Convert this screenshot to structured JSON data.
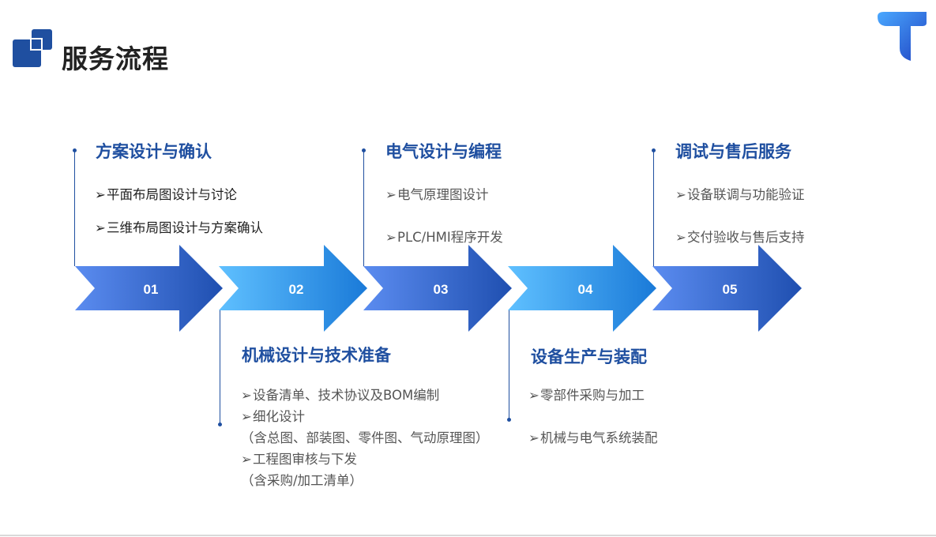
{
  "header": {
    "title": "服务流程"
  },
  "colors": {
    "accent": "#1f4fa0",
    "arrow_dark_start": "#5b8cf0",
    "arrow_dark_end": "#1f4fb0",
    "arrow_light_start": "#5fc0ff",
    "arrow_light_end": "#1a7ad8"
  },
  "arrows": [
    {
      "label": "01"
    },
    {
      "label": "02"
    },
    {
      "label": "03"
    },
    {
      "label": "04"
    },
    {
      "label": "05"
    }
  ],
  "stages": [
    {
      "title": "方案设计与确认",
      "bullets": [
        "平面布局图设计与讨论",
        "三维布局图设计与方案确认"
      ]
    },
    {
      "title": "机械设计与技术准备",
      "bullets": [
        "设备清单、技术协议及BOM编制",
        "细化设计",
        "（含总图、部装图、零件图、气动原理图）",
        "工程图审核与下发",
        "（含采购/加工清单）"
      ]
    },
    {
      "title": "电气设计与编程",
      "bullets": [
        "电气原理图设计",
        "PLC/HMI程序开发"
      ]
    },
    {
      "title": "设备生产与装配",
      "bullets": [
        "零部件采购与加工",
        "机械与电气系统装配"
      ]
    },
    {
      "title": "调试与售后服务",
      "bullets": [
        "设备联调与功能验证",
        "交付验收与售后支持"
      ]
    }
  ]
}
